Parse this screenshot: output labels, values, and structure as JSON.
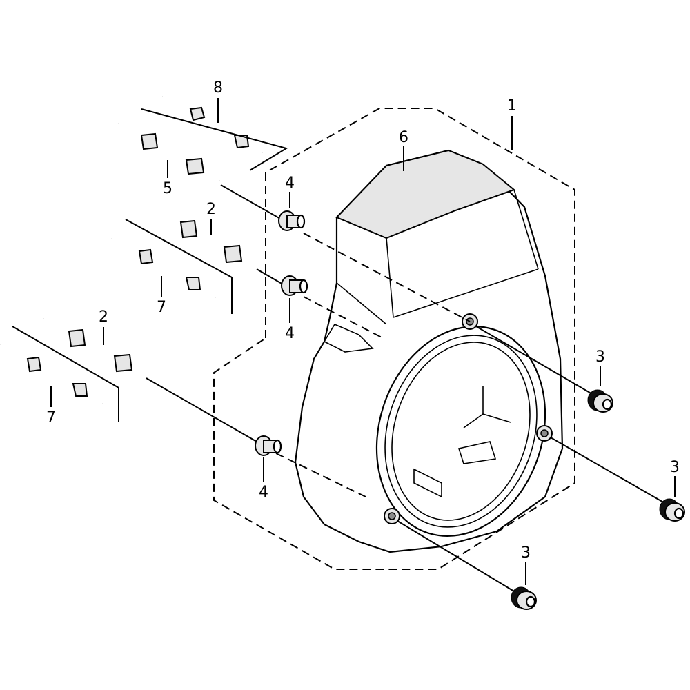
{
  "callouts": {
    "c1": "1",
    "c2a": "2",
    "c2b": "2",
    "c3a": "3",
    "c3b": "3",
    "c3c": "3",
    "c4a": "4",
    "c4b": "4",
    "c4c": "4",
    "c5": "5",
    "c6": "6",
    "c7a": "7",
    "c7b": "7",
    "c8": "8"
  }
}
